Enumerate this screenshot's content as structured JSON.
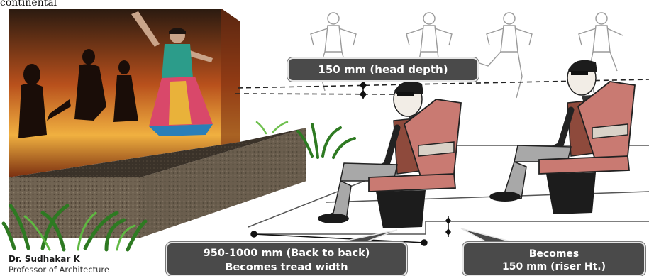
{
  "caption": "continental",
  "labels": {
    "head_depth": "150 mm (head depth)",
    "tread_line1": "950-1000 mm (Back to back)",
    "tread_line2": "Becomes tread width",
    "riser_line1": "Becomes",
    "riser_line2": "150 mm (riser Ht.)"
  },
  "credit": {
    "name": "Dr. Sudhakar K",
    "role": "Professor of Architecture"
  },
  "colors": {
    "stage_backdrop": "#c4561e",
    "stage_block": "#6f6251",
    "seat": "#c97a72",
    "label_bg": "#4a4a4a"
  }
}
